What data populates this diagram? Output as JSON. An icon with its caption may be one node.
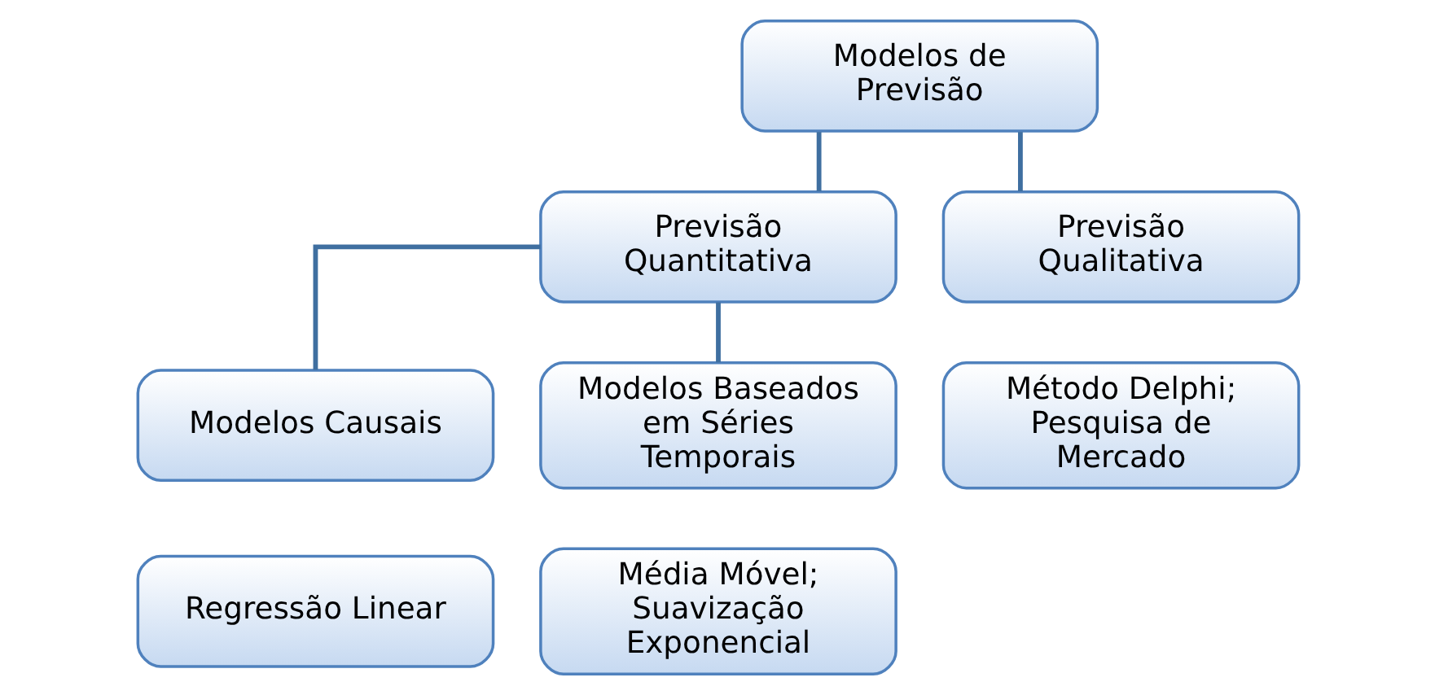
{
  "diagram": {
    "nodes": [
      {
        "text": [
          "Modelos de Previsão"
        ]
      },
      {
        "text": [
          "Previsão Quantitativa"
        ]
      },
      {
        "text": [
          "Previsão Qualitativa"
        ]
      },
      {
        "text": [
          "Modelos Causais"
        ]
      },
      {
        "text": [
          "Modelos Baseados em Séries Temporais"
        ]
      },
      {
        "text": [
          "Método Delphi; Pesquisa de Mercado"
        ]
      },
      {
        "text": [
          "Regressão Linear"
        ]
      },
      {
        "text": [
          "Média Móvel; Suavização Exponencial"
        ]
      }
    ],
    "edges": [
      {
        "from": 0,
        "to": 1,
        "arrow": "none"
      },
      {
        "from": 0,
        "to": 2,
        "arrow": "none"
      },
      {
        "from": 1,
        "to": 3,
        "arrow": "none"
      },
      {
        "from": 1,
        "to": 4,
        "arrow": "none"
      }
    ]
  }
}
